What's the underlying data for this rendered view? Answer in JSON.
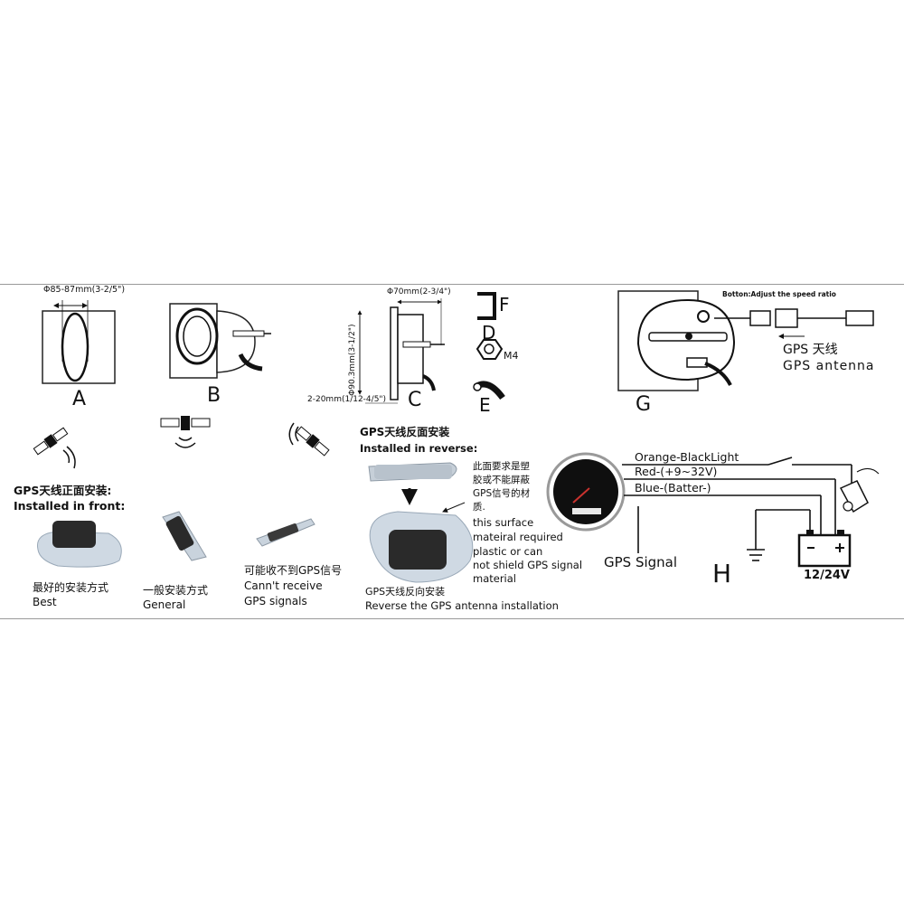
{
  "figure_letters": {
    "a": "A",
    "b": "B",
    "c": "C",
    "d": "D",
    "e": "E",
    "f": "F",
    "g": "G",
    "h": "H"
  },
  "dimensions": {
    "cutout_dia": "Φ85-87mm(3-2/5\")",
    "inner_dia": "Φ70mm(2-3/4\")",
    "outer_dia": "Φ90.3mm(3-1/2\")",
    "panel_thickness": "2-20mm(1/12-4/5\")",
    "nut_size": "M4"
  },
  "speed_ratio_note": "Botton:Adjust the speed ratio",
  "gps_antenna": {
    "cn": "GPS 天线",
    "en": "GPS antenna"
  },
  "front_install": {
    "cn": "GPS天线正面安装:",
    "en": "Installed in front:"
  },
  "reverse_install": {
    "cn": "GPS天线反面安装",
    "en": "Installed in  reverse:"
  },
  "captions": {
    "best_cn": "最好的安装方式",
    "best_en": "Best",
    "general_cn": "一般安装方式",
    "general_en": "General",
    "cant_cn": "可能收不到GPS信号",
    "cant_en1": "Cann't receive",
    "cant_en2": "GPS signals"
  },
  "surface_note": {
    "cn1": "此面要求是塑",
    "cn2": "胶或不能屏蔽",
    "cn3": "GPS信号的材",
    "cn4": "质.",
    "en1": "this surface",
    "en2": "mateiral required",
    "en3": "plastic or can",
    "en4": "not shield GPS signal",
    "en5": "material"
  },
  "reverse_caption": {
    "cn": "GPS天线反向安装",
    "en": "Reverse the GPS antenna installation"
  },
  "wiring": {
    "orange": "Orange-BlackLight",
    "red": "Red-(+9~32V)",
    "blue": "Blue-(Batter-)",
    "gps_signal": "GPS  Signal",
    "battery": "12/24V"
  }
}
